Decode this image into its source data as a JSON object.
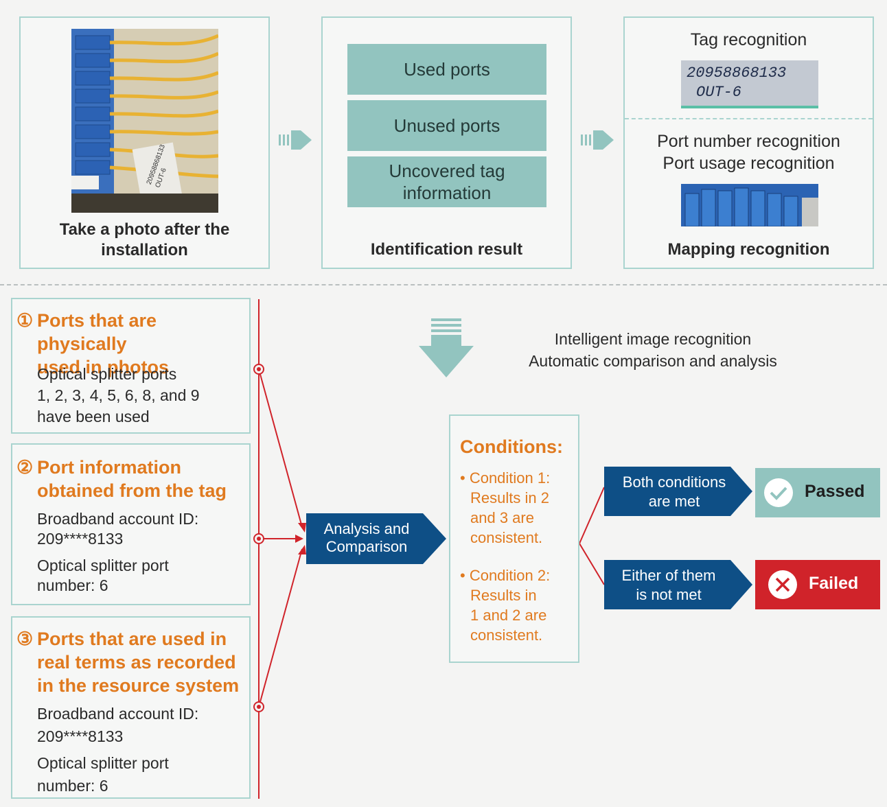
{
  "top": {
    "photo_caption": "Take a photo after the installation",
    "photo_tag_text": [
      "20958868133",
      "OUT-6"
    ],
    "identification": {
      "items": [
        "Used ports",
        "Unused ports",
        "Uncovered tag information"
      ],
      "caption": "Identification result"
    },
    "mapping": {
      "tag_title": "Tag recognition",
      "tag_image_text": [
        "20958868133",
        "OUT-6"
      ],
      "port_lines": [
        "Port number recognition",
        "Port usage recognition"
      ],
      "caption": "Mapping recognition"
    }
  },
  "bottom": {
    "intelligent_lines": [
      "Intelligent image recognition",
      "Automatic comparison and analysis"
    ],
    "steps": [
      {
        "num": "①",
        "title": [
          "Ports that are physically",
          "used in photos"
        ],
        "body": [
          "Optical splitter ports",
          "1, 2, 3, 4, 5, 6, 8, and 9",
          "have been used"
        ]
      },
      {
        "num": "②",
        "title": [
          "Port information",
          "obtained from the tag"
        ],
        "body": [
          "Broadband account ID:",
          "209****8133",
          "Optical splitter port",
          "number: 6"
        ]
      },
      {
        "num": "③",
        "title": [
          "Ports that are used in",
          "real terms as recorded",
          "in the resource system"
        ],
        "body": [
          "Broadband account ID:",
          "209****8133",
          "Optical splitter port",
          "number: 6"
        ]
      }
    ],
    "analysis_label": [
      "Analysis and",
      "Comparison"
    ],
    "conditions": {
      "title": "Conditions:",
      "items": [
        [
          "• Condition 1:",
          "Results in 2",
          "and 3 are",
          "consistent."
        ],
        [
          "• Condition 2:",
          "Results in",
          "1 and 2 are",
          "consistent."
        ]
      ]
    },
    "outcomes": {
      "pass_condition": [
        "Both conditions",
        "are met"
      ],
      "pass_label": "Passed",
      "fail_condition": [
        "Either of them",
        "is not met"
      ],
      "fail_label": "Failed"
    }
  },
  "colors": {
    "teal": "#92c4bf",
    "navy": "#0e4f86",
    "orange": "#e07a1f",
    "red": "#d0232a",
    "line_red": "#d0232a"
  }
}
